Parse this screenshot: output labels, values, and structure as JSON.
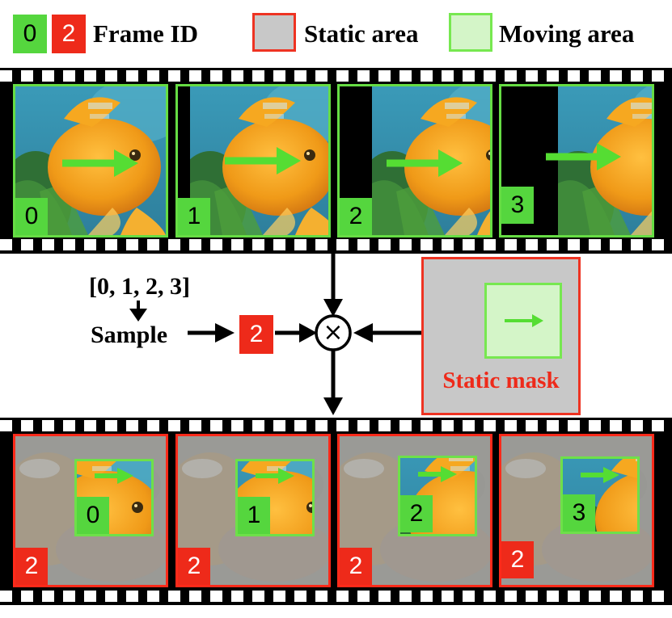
{
  "legend": {
    "frame_id_green_sample": "0",
    "frame_id_red_sample": "2",
    "frame_id_label": "Frame ID",
    "static_area_label": "Static area",
    "moving_area_label": "Moving area"
  },
  "colors": {
    "moving_green": "#66dd44",
    "static_red": "#ee2a1a",
    "static_gray": "#c8c8c8",
    "moving_light_green": "#d4f5c8",
    "arrow_green": "#55dd33"
  },
  "top_strip": {
    "frames": [
      {
        "id_label": "0"
      },
      {
        "id_label": "1"
      },
      {
        "id_label": "2"
      },
      {
        "id_label": "3"
      }
    ]
  },
  "middle": {
    "index_list": "[0, 1, 2, 3]",
    "sample_label": "Sample",
    "sampled_id": "2",
    "operator_symbol": "×",
    "mask_label": "Static mask"
  },
  "bottom_strip": {
    "frames": [
      {
        "static_id": "2",
        "moving_id": "0"
      },
      {
        "static_id": "2",
        "moving_id": "1"
      },
      {
        "static_id": "2",
        "moving_id": "2"
      },
      {
        "static_id": "2",
        "moving_id": "3"
      }
    ]
  }
}
